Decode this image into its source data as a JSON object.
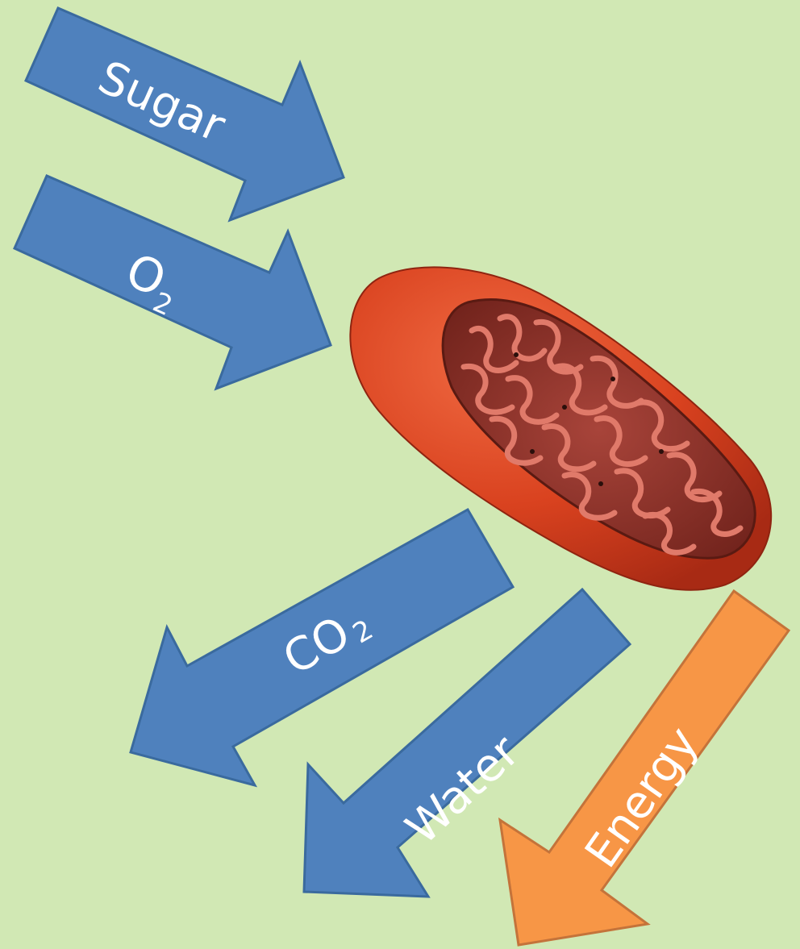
{
  "diagram": {
    "background": "#d1e8b4",
    "inputs": [
      {
        "id": "sugar",
        "label": "Sugar",
        "subscript": "",
        "color": "#4f81bd"
      },
      {
        "id": "oxygen",
        "label": "O",
        "subscript": "2",
        "color": "#4f81bd"
      }
    ],
    "organelle": {
      "name": "mitochondrion",
      "outer_color": "#d9421f",
      "inner_color": "#8a2e22",
      "cristae_color": "#e07a6a"
    },
    "outputs": [
      {
        "id": "carbon-dioxide",
        "label": "CO",
        "subscript": "2",
        "color": "#4f81bd"
      },
      {
        "id": "water",
        "label": "Water",
        "subscript": "",
        "color": "#4f81bd"
      },
      {
        "id": "energy",
        "label": "Energy",
        "subscript": "",
        "color": "#f79646"
      }
    ]
  }
}
